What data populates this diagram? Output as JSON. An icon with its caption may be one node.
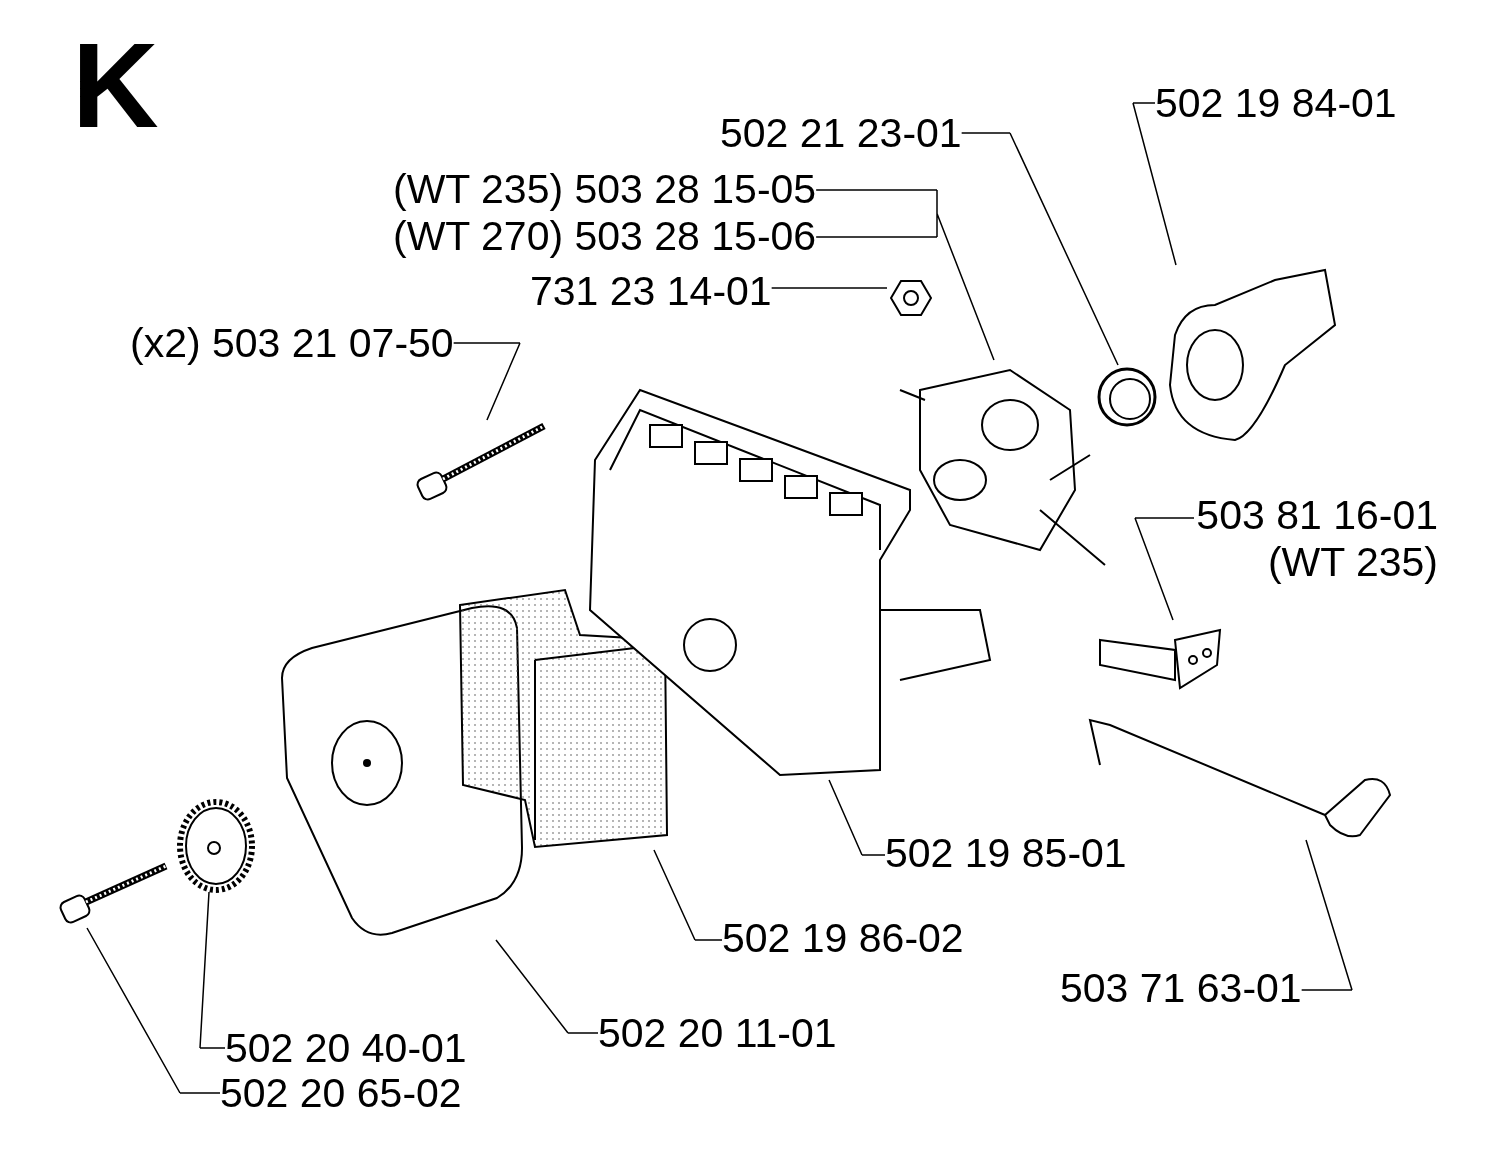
{
  "diagram": {
    "title": "K",
    "nodes": [
      {
        "text": [
          "502 19 84-01"
        ]
      },
      {
        "text": [
          "502 21 23-01"
        ]
      },
      {
        "text": [
          "(WT 235) 503 28 15-05",
          "(WT 270) 503 28 15-06"
        ]
      },
      {
        "text": [
          "731 23 14-01"
        ]
      },
      {
        "text": [
          "(x2) 503 21 07-50"
        ]
      },
      {
        "text": [
          "503 81 16-01 (WT 235)"
        ]
      },
      {
        "text": [
          "502 19 85-01"
        ]
      },
      {
        "text": [
          "502 19 86-02"
        ]
      },
      {
        "text": [
          "503 71 63-01"
        ]
      },
      {
        "text": [
          "502 20 11-01"
        ]
      },
      {
        "text": [
          "502 20 40-01"
        ]
      },
      {
        "text": [
          "502 20 65-02"
        ]
      },
      {
        "text": [],
        "shape": "picture"
      },
      {
        "text": [],
        "shape": "picture"
      },
      {
        "text": [],
        "shape": "picture"
      },
      {
        "text": [],
        "shape": "picture"
      },
      {
        "text": [],
        "shape": "picture"
      },
      {
        "text": [],
        "shape": "picture"
      },
      {
        "text": [],
        "shape": "picture"
      },
      {
        "text": [],
        "shape": "picture"
      },
      {
        "text": [],
        "shape": "picture"
      },
      {
        "text": [],
        "shape": "picture"
      },
      {
        "text": [],
        "shape": "picture"
      },
      {
        "text": [],
        "shape": "picture"
      }
    ],
    "edges": [
      {
        "from": 0,
        "to": 23,
        "arrow": "none"
      },
      {
        "from": 1,
        "to": 22,
        "arrow": "none"
      },
      {
        "from": 2,
        "to": 19,
        "arrow": "none"
      },
      {
        "from": 3,
        "to": 18,
        "arrow": "none"
      },
      {
        "from": 4,
        "to": 15,
        "arrow": "none"
      },
      {
        "from": 5,
        "to": 21,
        "arrow": "none"
      },
      {
        "from": 6,
        "to": 17,
        "arrow": "none"
      },
      {
        "from": 7,
        "to": 16,
        "arrow": "none"
      },
      {
        "from": 8,
        "to": 20,
        "arrow": "none"
      },
      {
        "from": 9,
        "to": 14,
        "arrow": "none"
      },
      {
        "from": 10,
        "to": 13,
        "arrow": "none"
      },
      {
        "from": 11,
        "to": 12,
        "arrow": "none"
      }
    ]
  }
}
